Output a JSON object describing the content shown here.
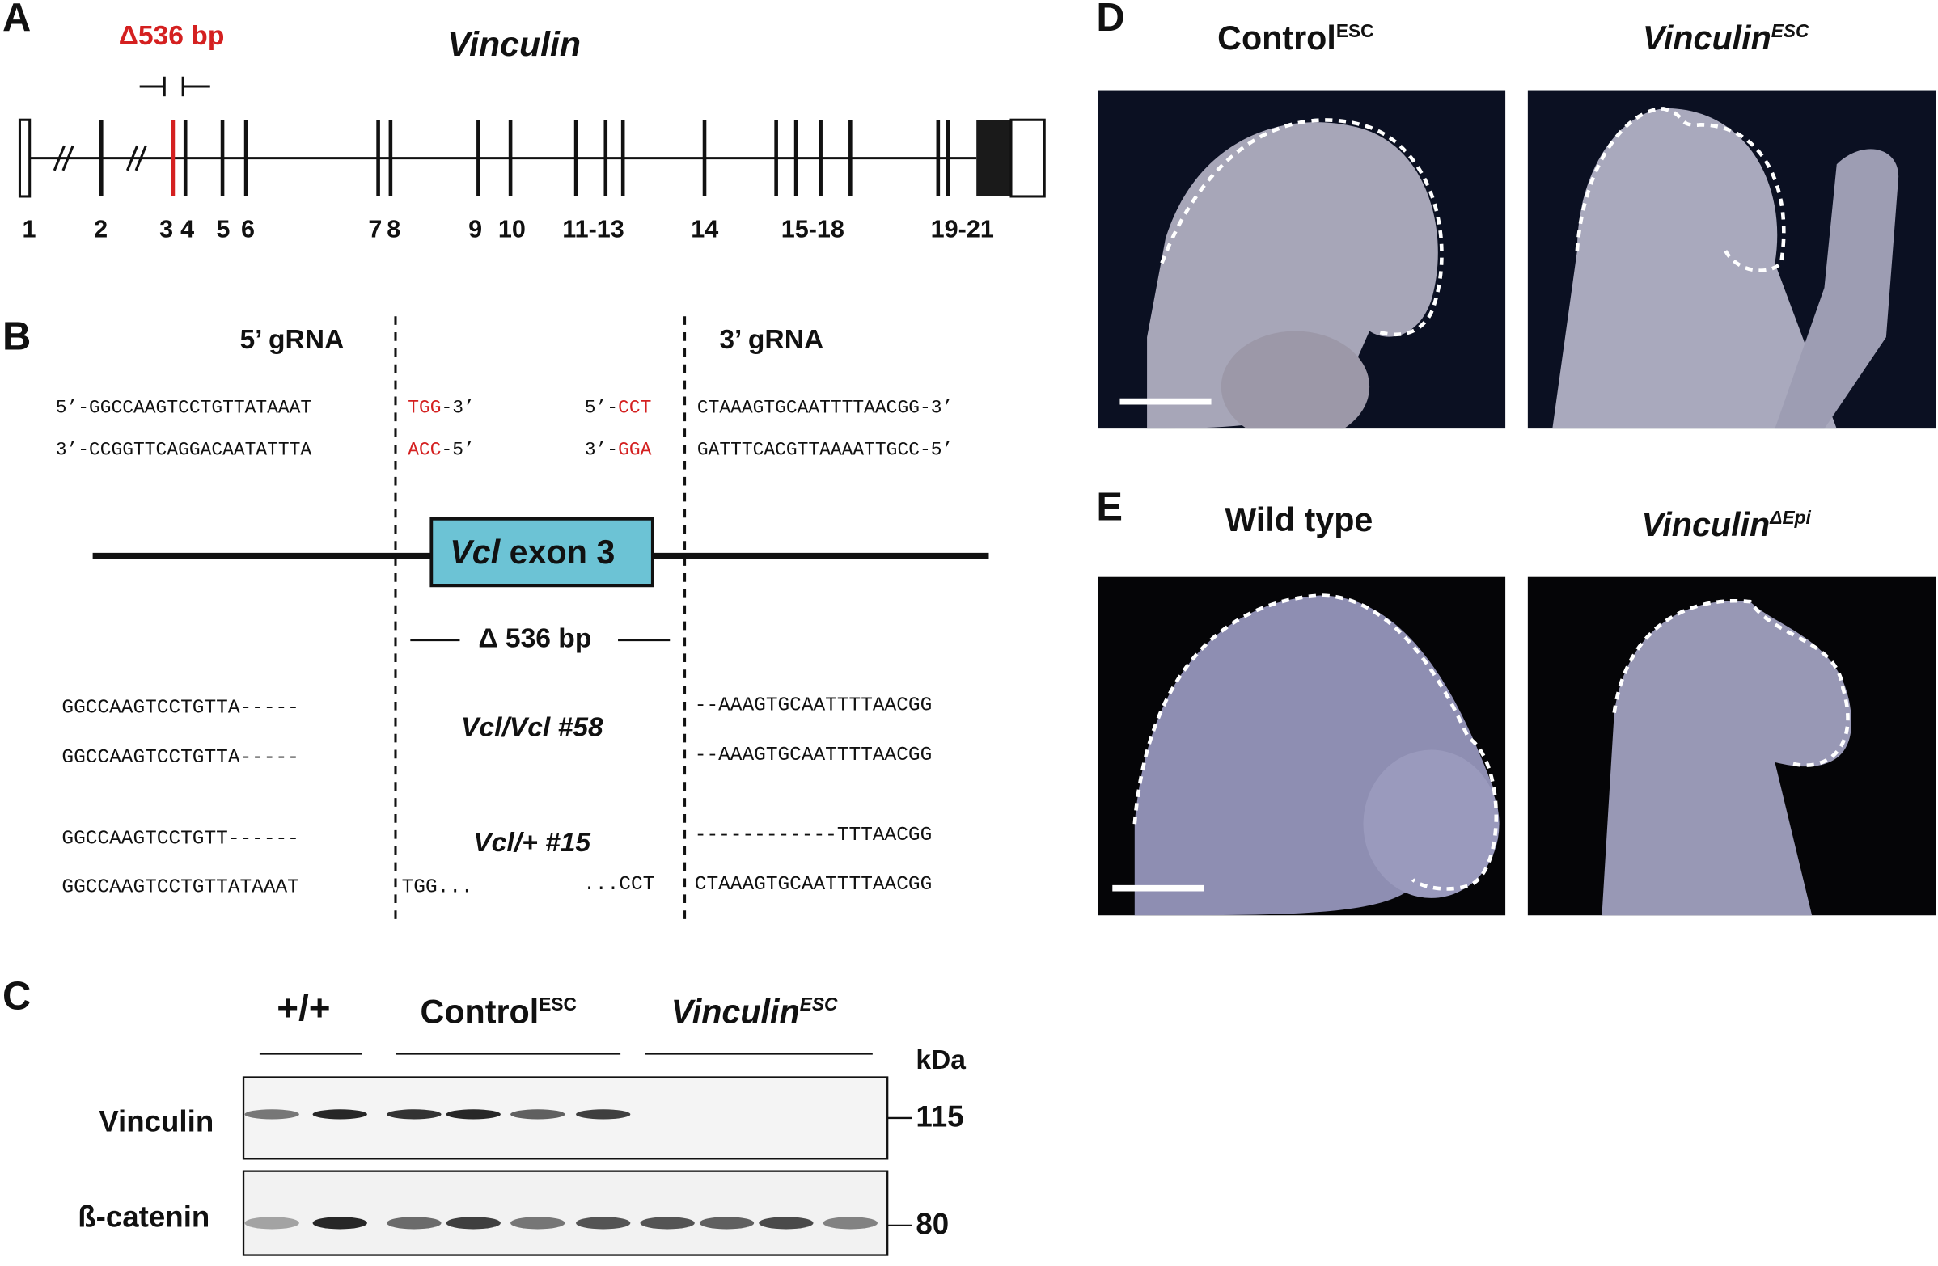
{
  "panel_letters": [
    "A",
    "B",
    "C",
    "D",
    "E"
  ],
  "panelA": {
    "gene": "Vinculin",
    "deletion": "Δ536 bp",
    "exon_labels": [
      "1",
      "2",
      "3",
      "4",
      "5",
      "6",
      "7",
      "8",
      "9",
      "10",
      "11-13",
      "14",
      "15-18",
      "19-21"
    ]
  },
  "panelB": {
    "grna5": "5’ gRNA",
    "grna3": "3’ gRNA",
    "seq5_top": "5’-GGCCAAGTCCTGTTATAAAT",
    "seq5_top_pam": "TGG",
    "seq5_top_end": "-3’",
    "seq5_bot": "3’-CCGGTTCAGGACAATATTTA",
    "seq5_bot_pam": "ACC",
    "seq5_bot_end": "-5’",
    "seq3_top_start": "5’-",
    "seq3_top_pam": "CCT",
    "seq3_top": "CTAAAGTGCAATTTTAACGG-3’",
    "seq3_bot_start": "3’-",
    "seq3_bot_pam": "GGA",
    "seq3_bot": "GATTTCACGTTAAAATTGCC-5’",
    "exon_box_italic": "Vcl",
    "exon_box_text": " exon 3",
    "deletion": "Δ 536 bp",
    "clone1": "Vcl/Vcl #58",
    "clone2": "Vcl/+ #15",
    "clone1_left": [
      "GGCCAAGTCCTGTTA-----",
      "GGCCAAGTCCTGTTA-----"
    ],
    "clone1_right": [
      "--AAAGTGCAATTTTAACGG",
      "--AAAGTGCAATTTTAACGG"
    ],
    "clone2_left": [
      "GGCCAAGTCCTGTT------",
      "GGCCAAGTCCTGTTATAAAT"
    ],
    "clone2_mid": [
      "TGG...",
      "...CCT"
    ],
    "clone2_right": [
      "------------TTTAACGG",
      "CTAAAGTGCAATTTTAACGG"
    ]
  },
  "panelC": {
    "groups": [
      {
        "label": "+/+",
        "sup": ""
      },
      {
        "label": "Control",
        "sup": "ESC"
      },
      {
        "label": "Vinculin",
        "sup": "ESC"
      }
    ],
    "kda_label": "kDa",
    "rows": [
      {
        "label": "Vinculin",
        "marker": "115",
        "intensities": [
          0.55,
          0.9,
          0.85,
          0.9,
          0.65,
          0.8,
          0,
          0,
          0,
          0
        ]
      },
      {
        "label": "ß-catenin",
        "marker": "80",
        "intensities": [
          0.35,
          0.9,
          0.6,
          0.8,
          0.55,
          0.7,
          0.7,
          0.65,
          0.75,
          0.5
        ]
      }
    ]
  },
  "panelD": {
    "left": {
      "label": "Control",
      "sup": "ESC"
    },
    "right": {
      "label": "Vinculin",
      "sup": "ESC"
    }
  },
  "panelE": {
    "left": {
      "label": "Wild type",
      "sup": ""
    },
    "right": {
      "label": "Vinculin",
      "sup": "ΔEpi"
    }
  },
  "colors": {
    "red": "#d42020",
    "exon_box": "#6cc3d5"
  }
}
